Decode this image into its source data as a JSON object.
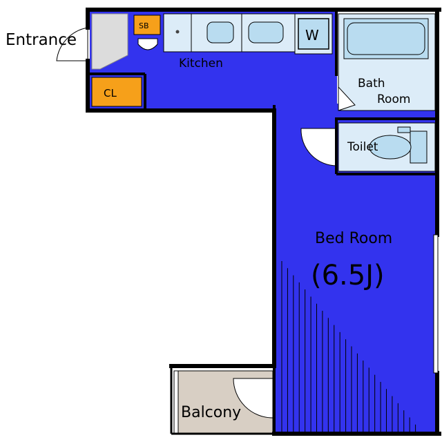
{
  "labels": {
    "entrance": "Entrance",
    "sb": "SB",
    "kitchen": "Kitchen",
    "washer": "W",
    "closet": "CL",
    "bath_line1": "Bath",
    "bath_line2": "Room",
    "toilet": "Toilet",
    "bedroom": "Bed Room",
    "bedroom_size": "(6.5J)",
    "balcony": "Balcony"
  },
  "colors": {
    "floor": "#3333ee",
    "wall": "#000000",
    "wet_area": "#dcecf8",
    "fixture": "#b9dcf0",
    "closet": "#f6a01a",
    "balcony": "#d8cfc4",
    "entrance": "#dcdcdc"
  }
}
